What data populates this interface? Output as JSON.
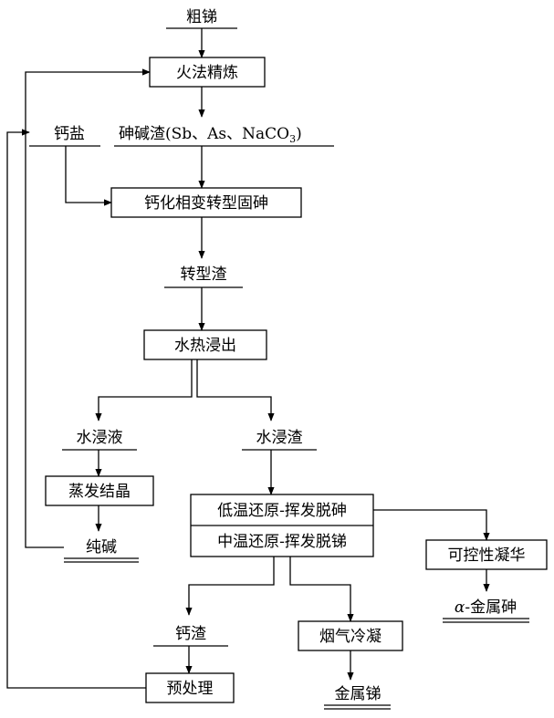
{
  "diagram": {
    "nodes": {
      "crude_antimony": "粗锑",
      "fire_refining": "火法精炼",
      "calcium_salt": "钙盐",
      "arsenic_alkali_slag": "砷碱渣(Sb、As、NaCO",
      "arsenic_alkali_slag_sub": "3",
      "arsenic_alkali_slag_tail": ")",
      "calcification": "钙化相变转型固砷",
      "transformed_slag": "转型渣",
      "hydrothermal_leach": "水热浸出",
      "leach_liquor": "水浸液",
      "leach_residue": "水浸渣",
      "evaporation": "蒸发结晶",
      "soda_ash": "纯碱",
      "low_temp_reduction": "低温还原-挥发脱砷",
      "mid_temp_reduction": "中温还原-挥发脱锑",
      "controlled_condensation": "可控性凝华",
      "alpha_prefix": "α",
      "alpha_arsenic": "-金属砷",
      "calcium_slag": "钙渣",
      "flue_gas_condensation": "烟气冷凝",
      "pretreatment": "预处理",
      "metal_antimony": "金属锑"
    }
  }
}
